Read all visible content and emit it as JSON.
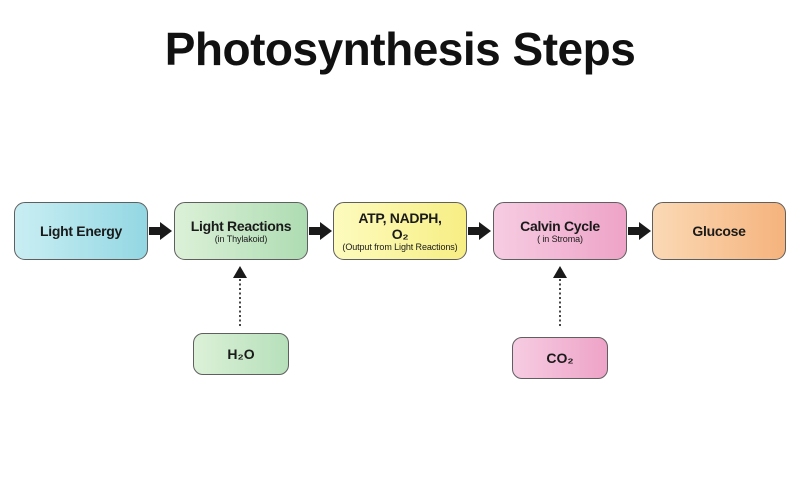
{
  "title": "Photosynthesis Steps",
  "steps": [
    {
      "label": "Light Energy",
      "sub": ""
    },
    {
      "label": "Light Reactions",
      "sub": "(in Thylakoid)"
    },
    {
      "label": "ATP, NADPH,",
      "label2": "O₂",
      "sub": "(Output from Light Reactions)"
    },
    {
      "label": "Calvin Cycle",
      "sub": "( in Stroma)"
    },
    {
      "label": "Glucose",
      "sub": ""
    }
  ],
  "inputs": {
    "h2o": "H₂O",
    "co2": "CO₂"
  },
  "colors": {
    "light_energy": "#93d7e3",
    "light_reactions": "#aedcb2",
    "atp": "#f7ee84",
    "calvin": "#eea3c7",
    "glucose": "#f5b37d",
    "arrow": "#1a1a1a"
  }
}
